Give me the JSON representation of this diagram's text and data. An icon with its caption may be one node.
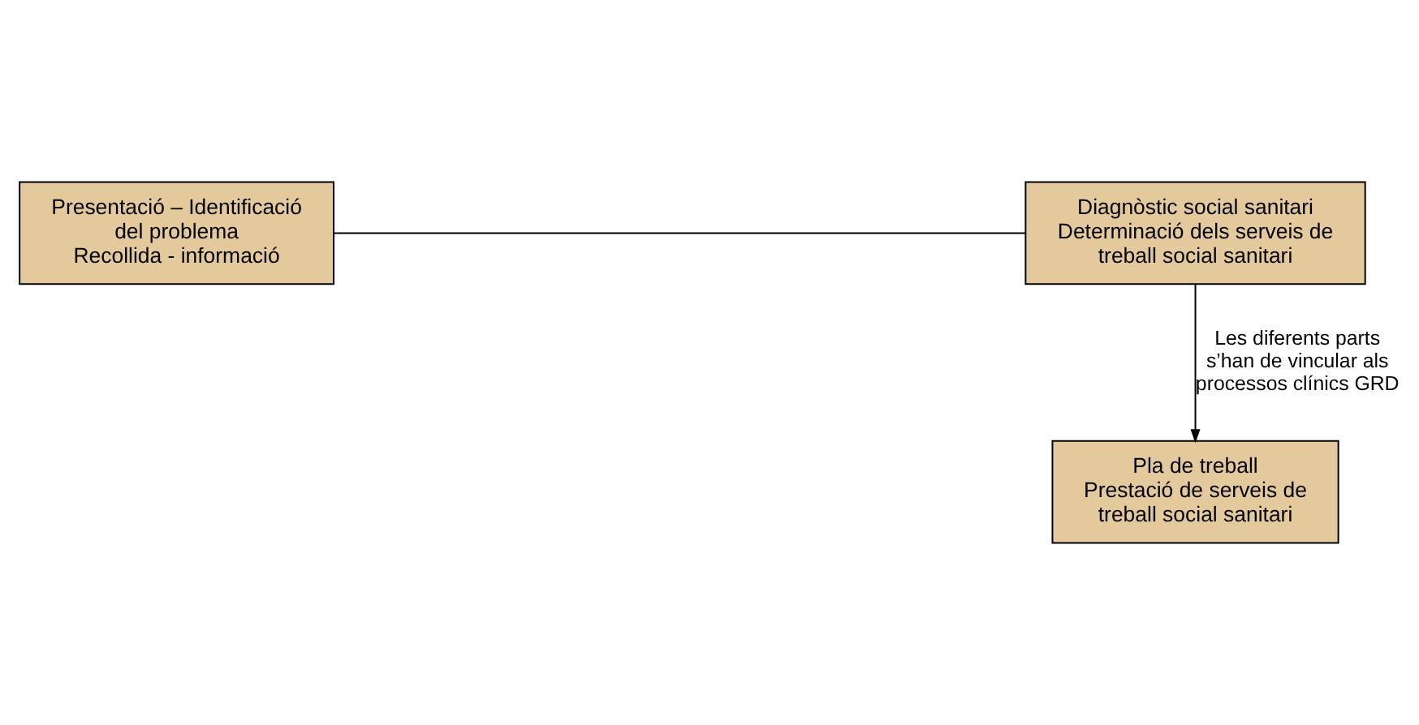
{
  "diagram": {
    "nodes": [
      {
        "text": [
          "Presentació – Identificació del problema",
          "Recollida - informació"
        ]
      },
      {
        "text": [
          "Diagnòstic social sanitari",
          "Determinació dels serveis de treball social sanitari"
        ]
      },
      {
        "text": [
          "Pla de treball",
          "Prestació de serveis de treball social sanitari"
        ]
      }
    ],
    "edges": [
      {
        "from": 0,
        "to": 1,
        "arrow": "none"
      },
      {
        "from": 1,
        "to": 2,
        "arrow": "to",
        "label": "Les diferents parts s’han de vincular als processos clínics GRD"
      }
    ]
  }
}
